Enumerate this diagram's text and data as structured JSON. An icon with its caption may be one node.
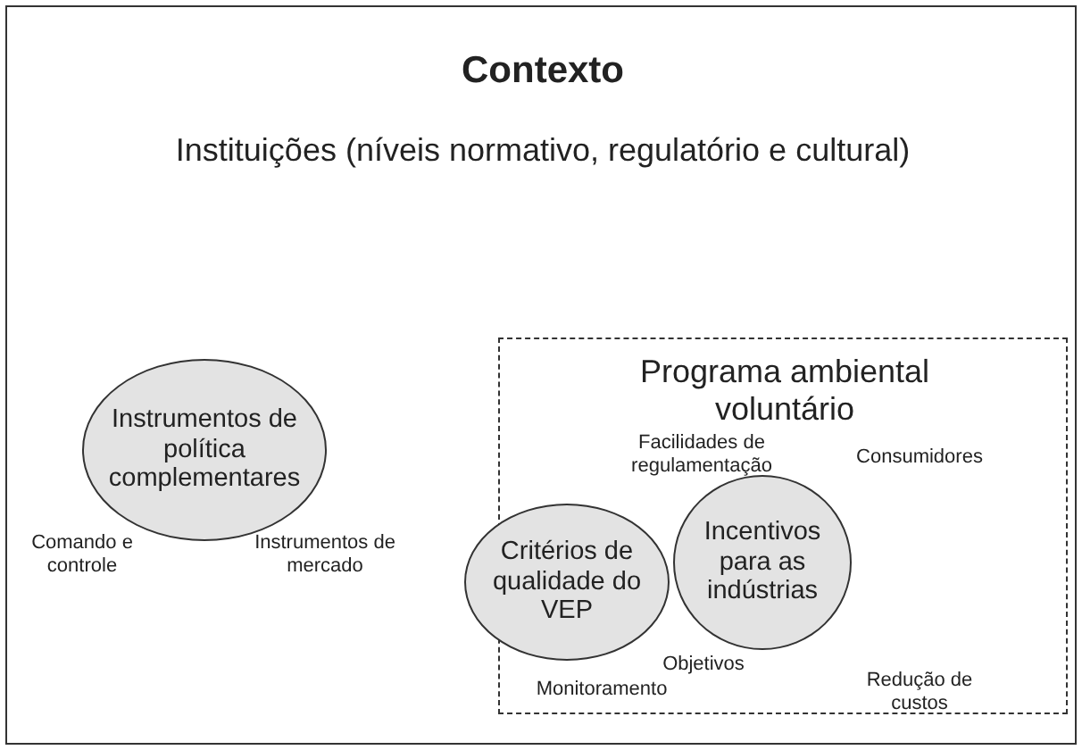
{
  "diagram": {
    "nodes": [
      {
        "text": [
          "Contexto",
          "Instituições (níveis normativo, regulatório e cultural)"
        ]
      },
      {
        "text": [
          "Instrumentos de política complementares"
        ],
        "in": 0,
        "beside": [
          "Comando e controle",
          "Instrumentos de mercado"
        ]
      },
      {
        "text": [
          "Programa ambiental voluntário"
        ],
        "in": 0
      },
      {
        "text": [
          "Incentivos para as indústrias"
        ],
        "in": 2,
        "beside": [
          "Facilidades de regulamentação",
          "Consumidores",
          "Redução de custos"
        ]
      },
      {
        "text": [
          "Critérios de qualidade do VEP"
        ],
        "in": 2,
        "beside": [
          "Objetivos",
          "Monitoramento"
        ]
      }
    ]
  }
}
